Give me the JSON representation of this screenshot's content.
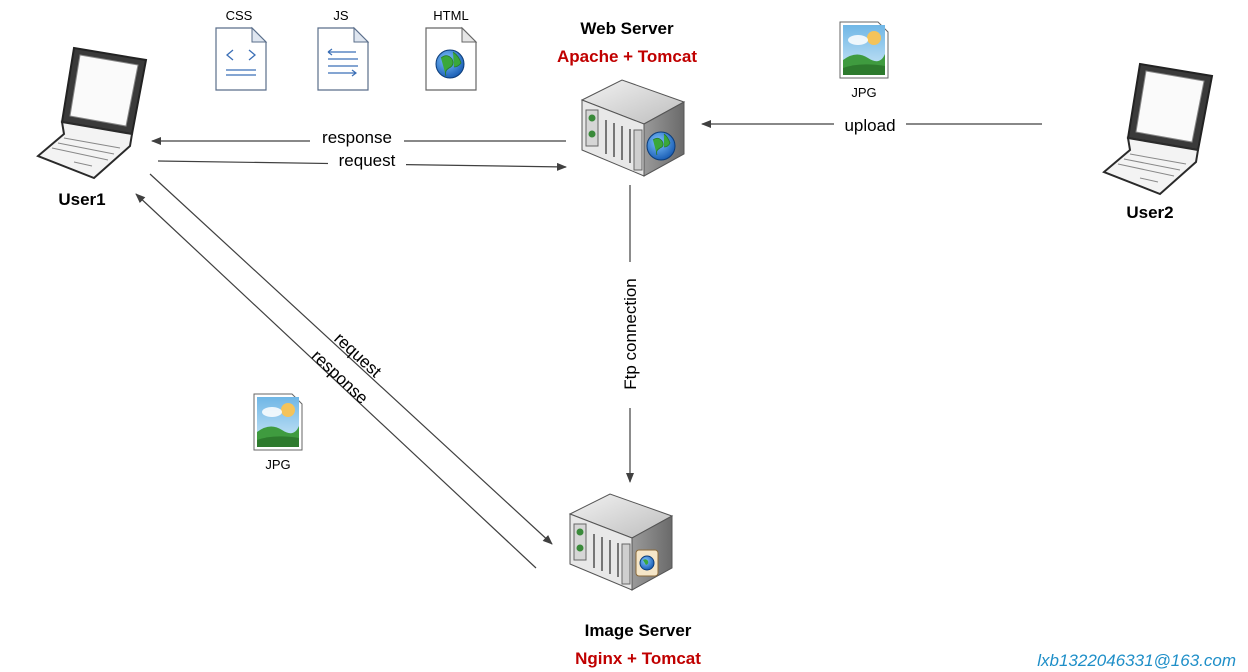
{
  "colors": {
    "accent_red": "#c00000",
    "watermark_blue": "#1f8fc8",
    "arrow": "#404040"
  },
  "nodes": {
    "user1": {
      "label": "User1",
      "icon": "laptop-icon"
    },
    "user2": {
      "label": "User2",
      "icon": "laptop-icon"
    },
    "web_server": {
      "title": "Web Server",
      "subtitle": "Apache + Tomcat",
      "icon": "server-globe-icon"
    },
    "image_server": {
      "title": "Image Server",
      "subtitle": "Nginx + Tomcat",
      "icon": "server-globe-icon"
    }
  },
  "files": {
    "css": "CSS",
    "js": "JS",
    "html": "HTML",
    "jpg_upload": "JPG",
    "jpg_image": "JPG"
  },
  "edges": {
    "web_response": "response",
    "web_request": "request",
    "upload": "upload",
    "ftp": "Ftp connection",
    "img_request": "request",
    "img_response": "response"
  },
  "watermark": "lxb1322046331@163.com"
}
